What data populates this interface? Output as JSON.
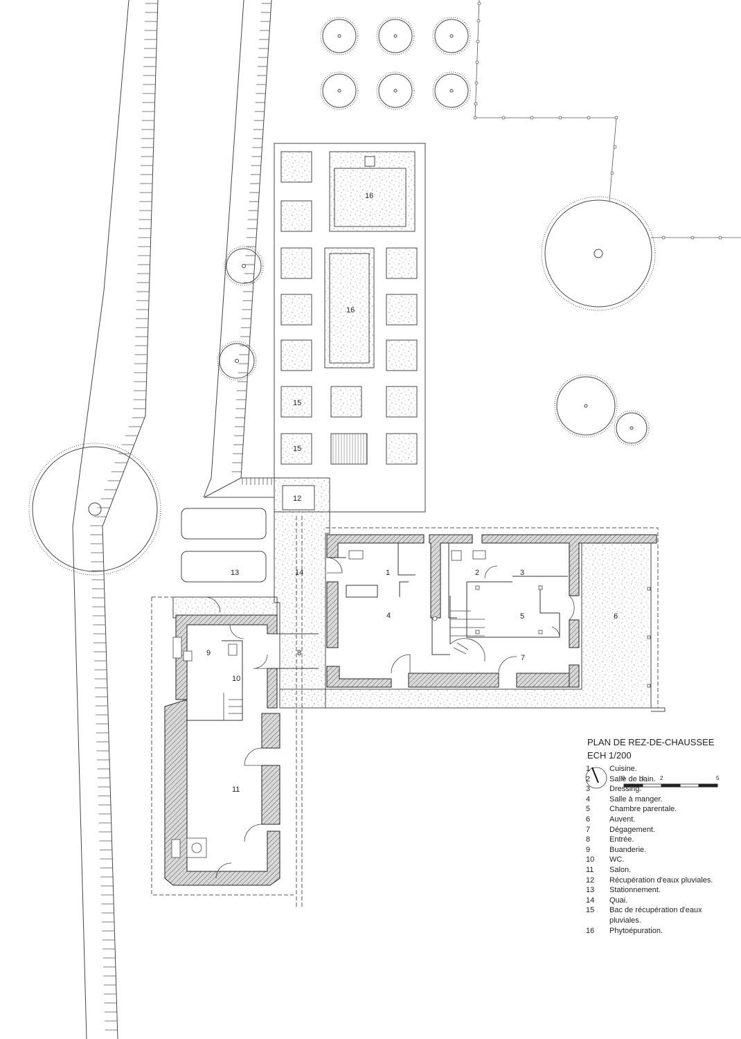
{
  "title": {
    "line1": "PLAN DE REZ-DE-CHAUSSEE",
    "line2": "ECH 1/200"
  },
  "scale_bar": {
    "ticks": [
      "0",
      "1",
      "2",
      "5"
    ]
  },
  "legend": [
    {
      "num": "1",
      "text": "Cuisine."
    },
    {
      "num": "2",
      "text": "Salle de bain."
    },
    {
      "num": "3",
      "text": "Dressing."
    },
    {
      "num": "4",
      "text": "Salle à manger."
    },
    {
      "num": "5",
      "text": "Chambre parentale."
    },
    {
      "num": "6",
      "text": "Auvent."
    },
    {
      "num": "7",
      "text": "Dégagement."
    },
    {
      "num": "8",
      "text": "Entrée."
    },
    {
      "num": "9",
      "text": "Buanderie."
    },
    {
      "num": "10",
      "text": "WC."
    },
    {
      "num": "11",
      "text": "Salon."
    },
    {
      "num": "12",
      "text": "Récupération d'eaux pluviales."
    },
    {
      "num": "13",
      "text": "Stationnement."
    },
    {
      "num": "14",
      "text": "Quai."
    },
    {
      "num": "15",
      "text": "Bac de récupération d'eaux pluviales."
    },
    {
      "num": "16",
      "text": "Phytoépuration."
    }
  ],
  "room_labels": {
    "r1": "1",
    "r2": "2",
    "r3": "3",
    "r4": "4",
    "r5": "5",
    "r6": "6",
    "r7": "7",
    "r8": "8",
    "r9": "9",
    "r10": "10",
    "r11": "11",
    "r12": "12",
    "r13": "13",
    "r14": "14",
    "r15a": "15",
    "r15b": "15",
    "r16a": "16",
    "r16b": "16"
  }
}
